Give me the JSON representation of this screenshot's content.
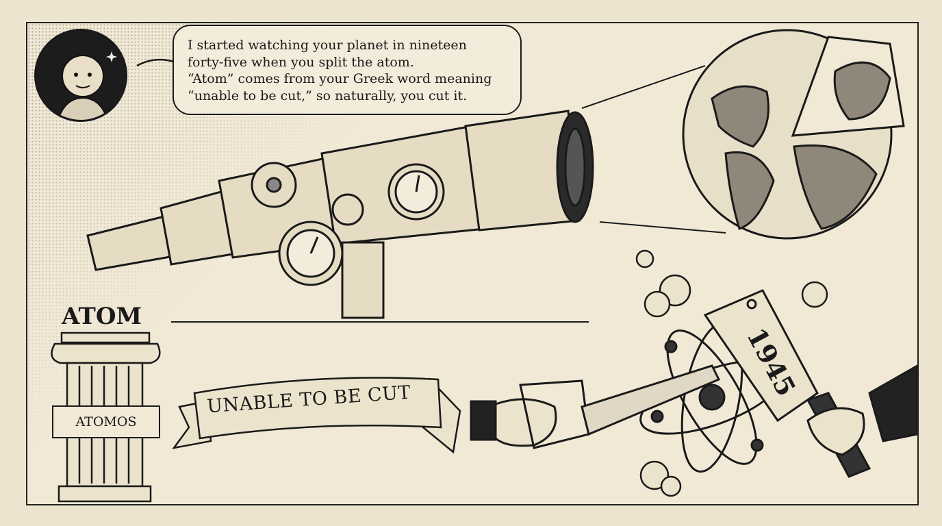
{
  "speech_bubble": {
    "lines": [
      "I started watching your planet in nineteen",
      "forty-five when you split the atom.",
      "“Atom” comes from your Greek word meaning",
      "“unable to be cut,” so naturally, you cut it."
    ]
  },
  "column": {
    "title": "ATOM",
    "plaque": "ATOMOS"
  },
  "ribbon": {
    "text": "UNABLE TO BE CUT"
  },
  "cleaver": {
    "year": "1945"
  },
  "colors": {
    "paper": "#f1e9d6",
    "ink": "#1a1a1a"
  }
}
